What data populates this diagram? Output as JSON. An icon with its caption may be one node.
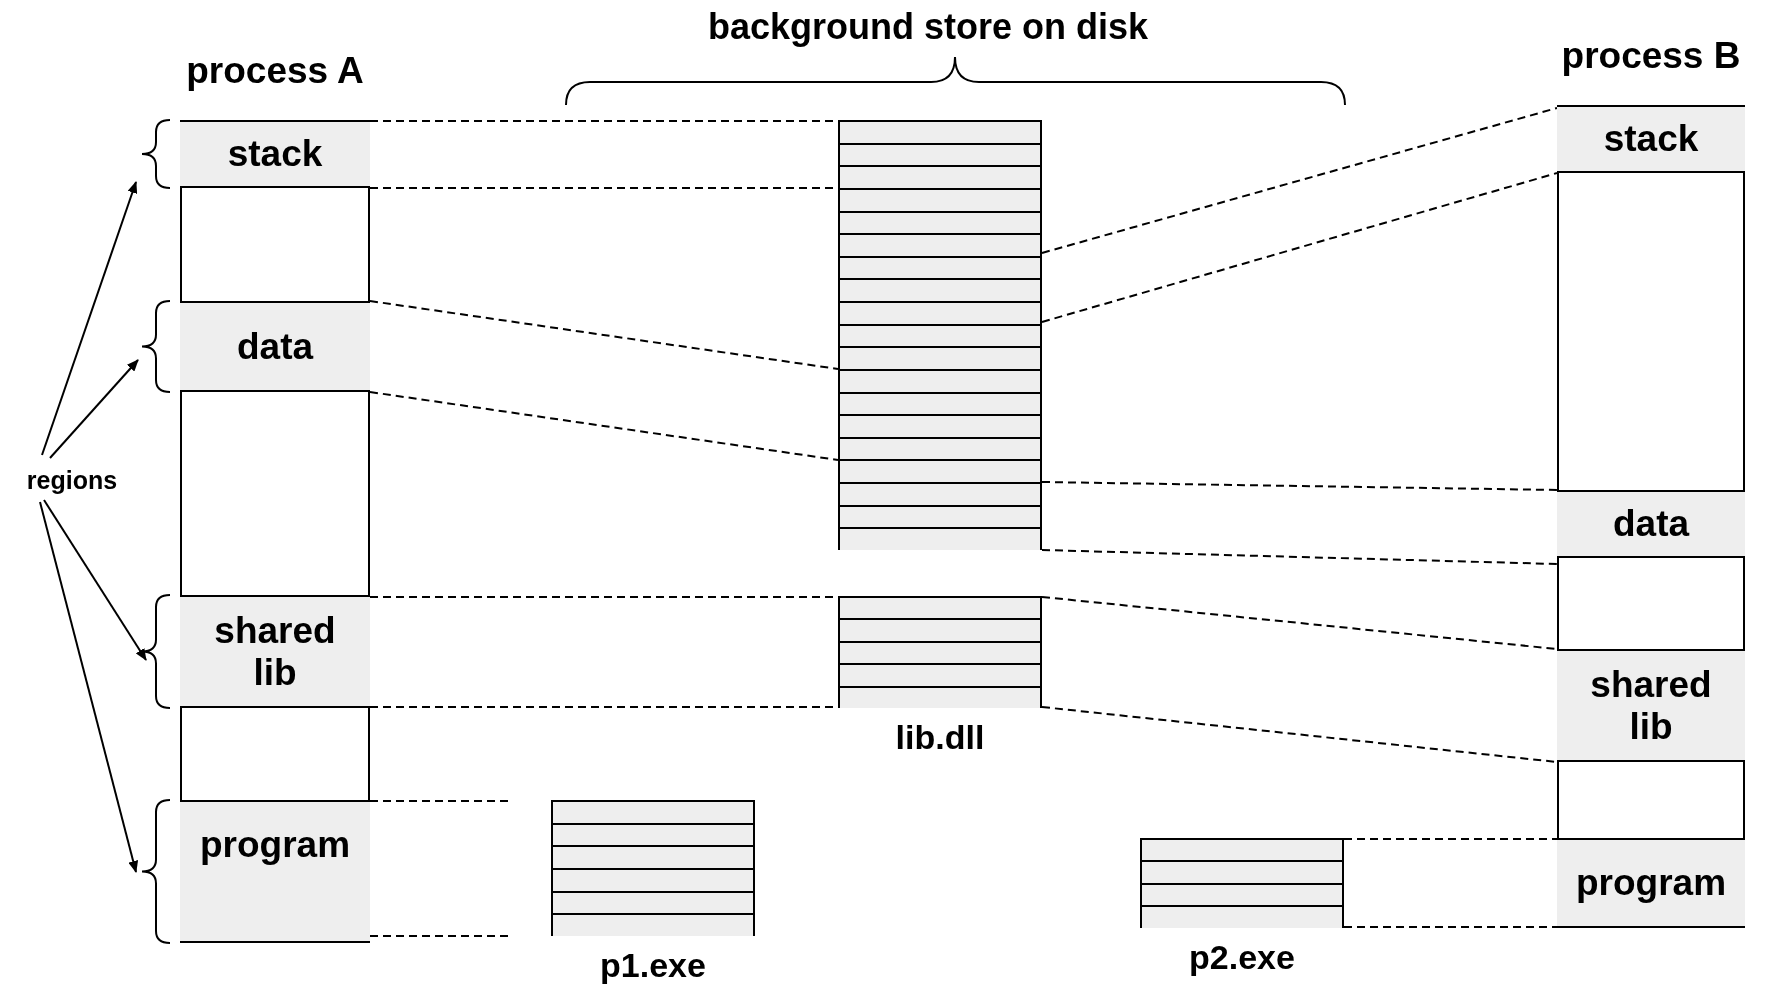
{
  "diagram": {
    "nodes": [
      {
        "text": [
          "process A"
        ]
      },
      {
        "text": [
          "stack"
        ],
        "in": 0
      },
      {
        "text": [
          "data"
        ],
        "in": 0
      },
      {
        "text": [
          "shared lib"
        ],
        "in": 0
      },
      {
        "text": [
          "program"
        ],
        "in": 0
      },
      {
        "text": [],
        "shape": "box"
      },
      {
        "text": [
          "lib.dll"
        ]
      },
      {
        "text": [
          "p1.exe"
        ]
      },
      {
        "text": [
          "p2.exe"
        ]
      },
      {
        "text": [
          "process B"
        ]
      },
      {
        "text": [
          "stack"
        ],
        "in": 9
      },
      {
        "text": [
          "data"
        ],
        "in": 9
      },
      {
        "text": [
          "shared lib"
        ],
        "in": 9
      },
      {
        "text": [
          "program"
        ],
        "in": 9
      },
      {
        "text": [
          "regions"
        ]
      }
    ],
    "edges": [
      {
        "from": 1,
        "to": 5,
        "arrow": "none",
        "style": "dashed"
      },
      {
        "from": 1,
        "to": 5,
        "arrow": "none",
        "style": "dashed"
      },
      {
        "from": 2,
        "to": 5,
        "arrow": "none",
        "style": "dashed"
      },
      {
        "from": 2,
        "to": 5,
        "arrow": "none",
        "style": "dashed"
      },
      {
        "from": 3,
        "to": 6,
        "arrow": "none",
        "style": "dashed"
      },
      {
        "from": 3,
        "to": 6,
        "arrow": "none",
        "style": "dashed"
      },
      {
        "from": 4,
        "to": 7,
        "arrow": "none",
        "style": "dashed"
      },
      {
        "from": 4,
        "to": 7,
        "arrow": "none",
        "style": "dashed"
      },
      {
        "from": 5,
        "to": 10,
        "arrow": "none",
        "style": "dashed"
      },
      {
        "from": 5,
        "to": 10,
        "arrow": "none",
        "style": "dashed"
      },
      {
        "from": 5,
        "to": 11,
        "arrow": "none",
        "style": "dashed"
      },
      {
        "from": 5,
        "to": 11,
        "arrow": "none",
        "style": "dashed"
      },
      {
        "from": 6,
        "to": 12,
        "arrow": "none",
        "style": "dashed"
      },
      {
        "from": 6,
        "to": 12,
        "arrow": "none",
        "style": "dashed"
      },
      {
        "from": 8,
        "to": 13,
        "arrow": "none",
        "style": "dashed"
      },
      {
        "from": 8,
        "to": 13,
        "arrow": "none",
        "style": "dashed"
      },
      {
        "from": 14,
        "to": 1,
        "arrow": "to"
      },
      {
        "from": 14,
        "to": 2,
        "arrow": "to"
      },
      {
        "from": 14,
        "to": 3,
        "arrow": "to"
      },
      {
        "from": 14,
        "to": 4,
        "arrow": "to"
      }
    ],
    "labels": [
      "background store on disk"
    ]
  }
}
